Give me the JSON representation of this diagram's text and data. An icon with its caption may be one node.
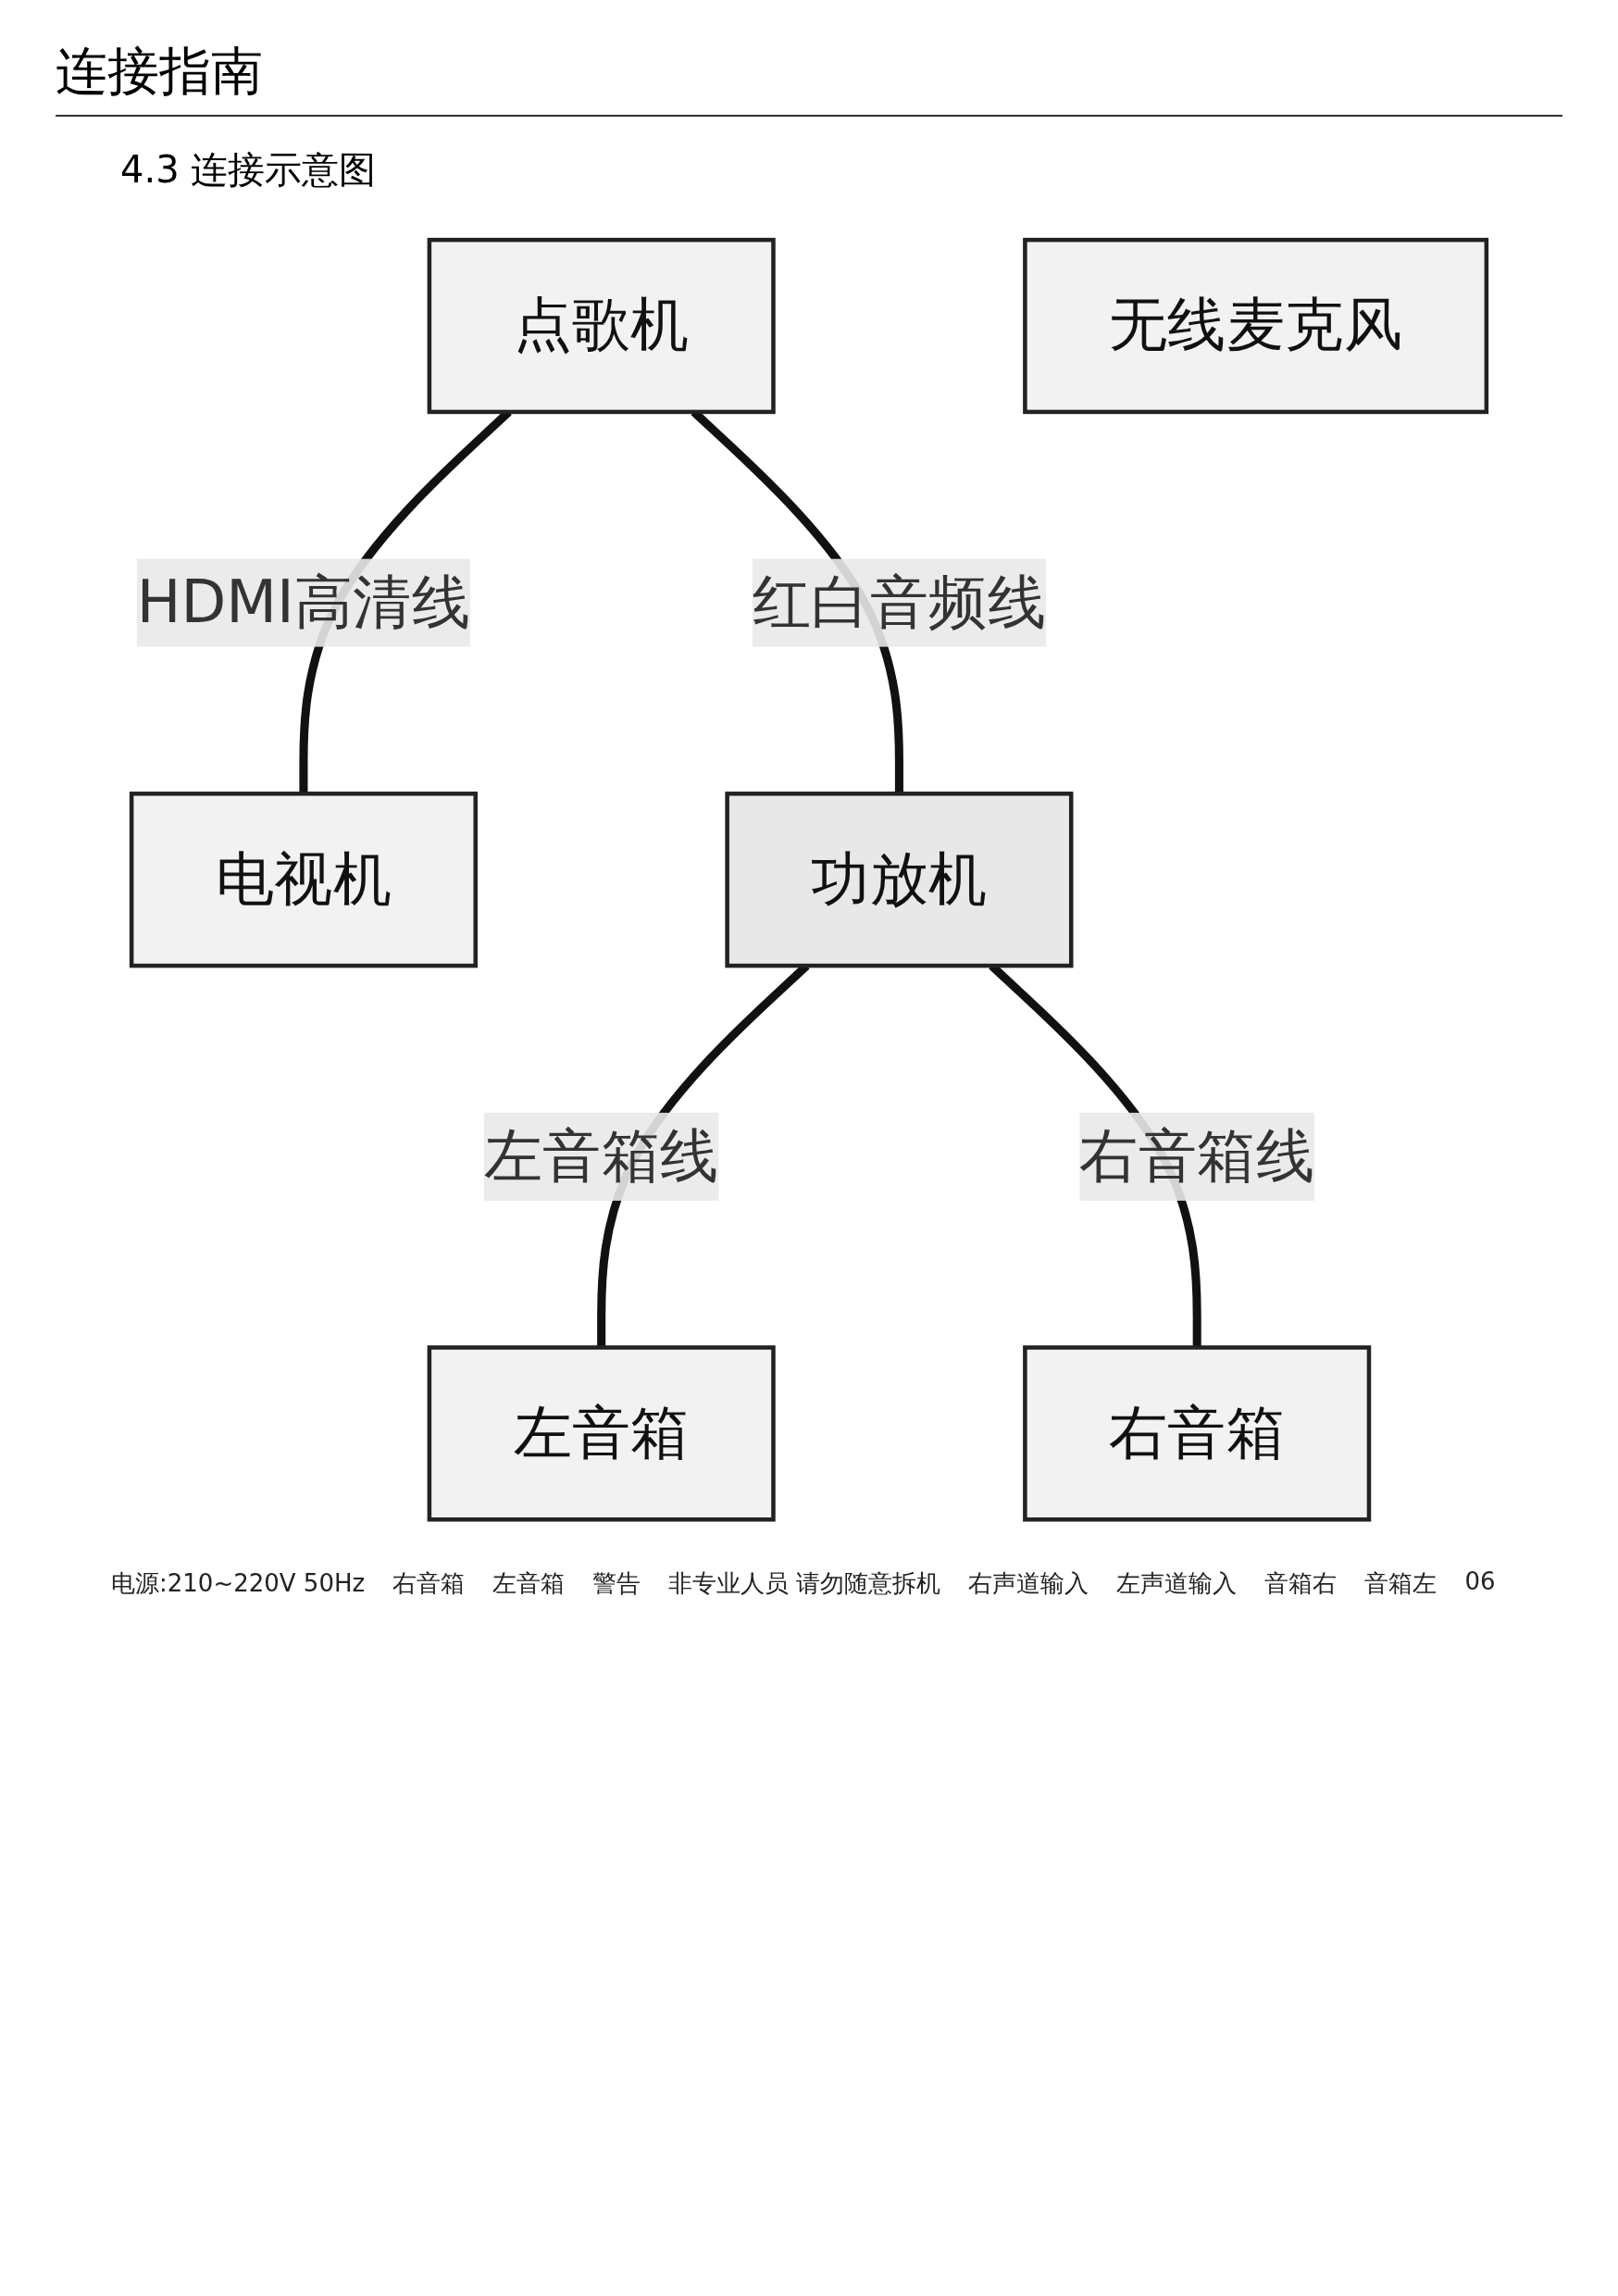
{
  "diagram": {
    "title": "连接指南",
    "caption": "4.3 连接示意图",
    "nodes": [
      {
        "text": [
          "点歌机"
        ]
      },
      {
        "text": [
          "电视机"
        ]
      },
      {
        "text": [
          "无线麦克风"
        ]
      },
      {
        "text": [
          "功放机"
        ]
      },
      {
        "text": [
          "左音箱"
        ]
      },
      {
        "text": [
          "右音箱"
        ]
      }
    ],
    "edges": [
      {
        "from": 0,
        "to": 1,
        "arrow": "none",
        "label": "HDMI高清线"
      },
      {
        "from": 0,
        "to": 3,
        "arrow": "none",
        "label": "红白音频线"
      },
      {
        "from": 3,
        "to": 4,
        "arrow": "none",
        "label": "左音箱线"
      },
      {
        "from": 3,
        "to": 5,
        "arrow": "none",
        "label": "右音箱线"
      }
    ],
    "labels": [
      "电源:210~220V 50Hz",
      "右音箱",
      "左音箱",
      "警告",
      "非专业人员 请勿随意拆机",
      "右声道输入",
      "左声道输入",
      "音箱右",
      "音箱左",
      "06"
    ]
  }
}
